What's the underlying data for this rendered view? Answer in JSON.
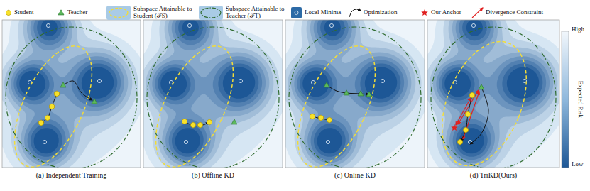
{
  "diagram": {
    "nodes": [
      {
        "text": [
          "(a) Independent Training"
        ]
      },
      {
        "text": [
          "(b) Offline KD"
        ]
      },
      {
        "text": [
          "(c) Online KD"
        ]
      },
      {
        "text": [
          "(d) TriKD(Ours)"
        ]
      }
    ],
    "edges": [],
    "labels": [
      "High",
      "Expected Risk",
      "Low"
    ],
    "legend": [
      {
        "text": "Student"
      },
      {
        "text": "Teacher"
      },
      {
        "text": "Subspace Attainable to Student (ℱS)"
      },
      {
        "text": "Subspace Attainable to Teacher (ℱT)"
      },
      {
        "text": "Local Minima"
      },
      {
        "text": "Optimization"
      },
      {
        "text": "Our Anchor"
      },
      {
        "text": "Divergence Constraint"
      }
    ]
  }
}
